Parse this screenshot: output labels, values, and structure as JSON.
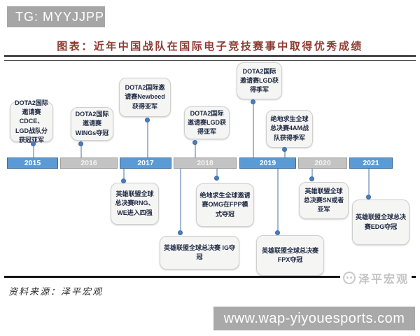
{
  "badge": {
    "label": "TG: MYYJJPP"
  },
  "header": {
    "title": "图表：近年中国战队在国际电子竞技赛事中取得优秀成绩"
  },
  "timeline": {
    "years": [
      "2015",
      "2016",
      "2017",
      "2018",
      "2019",
      "2020",
      "2021"
    ]
  },
  "events": [
    {
      "year": "2015",
      "side": "above",
      "text": "DOTA2国际邀请赛CDCE、LGD战队分获冠亚军"
    },
    {
      "year": "2016",
      "side": "above",
      "text": "DOTA2国际邀请赛WINGs夺冠"
    },
    {
      "year": "2017",
      "side": "above",
      "text": "DOTA2国际邀请赛Newbeed获得亚军"
    },
    {
      "year": "2018",
      "side": "above",
      "text": "DOTA2国际邀请赛LGD获得亚军"
    },
    {
      "year": "2019",
      "side": "above",
      "text": "DOTA2国际邀请赛LGD获得季军"
    },
    {
      "year": "2019",
      "side": "above",
      "text": "绝地求生全球总决赛4AM战队获得季军"
    },
    {
      "year": "2017",
      "side": "below",
      "text": "英雄联盟全球总决赛RNG、WE进入四强"
    },
    {
      "year": "2018",
      "side": "below",
      "text": "绝地求生全球邀请赛OMG在FPP模式夺冠"
    },
    {
      "year": "2018",
      "side": "below",
      "text": "英雄联盟全球总决赛 IG夺冠"
    },
    {
      "year": "2019",
      "side": "below",
      "text": "英雄联盟全球总决赛FPX夺冠"
    },
    {
      "year": "2020",
      "side": "below",
      "text": "英雄联盟全球总决赛SN或者亚军"
    },
    {
      "year": "2021",
      "side": "below",
      "text": "英雄联盟全球总决赛EDG夺冠"
    }
  ],
  "footer": {
    "source": "资料来源：泽平宏观",
    "watermark": "泽平宏观",
    "url": "www.wap-yiyouesports.com"
  },
  "colors": {
    "accent_blue": "#5b9bd5",
    "segment_gray": "#c3c3c3",
    "title_red": "#8e3a32",
    "connector_blue": "#4a7ebc",
    "banner_gray": "#a9a9a9"
  }
}
